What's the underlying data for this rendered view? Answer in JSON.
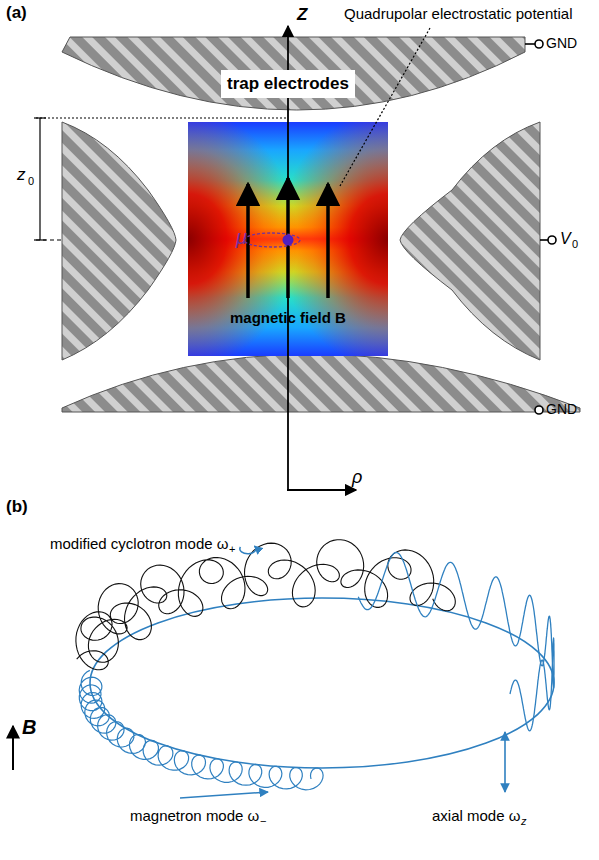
{
  "diagram": {
    "nodes": [
      {
        "text": [
          "trap electrodes"
        ]
      },
      {
        "text": [
          "magnetic field B"
        ]
      }
    ],
    "labels": [
      "(a)",
      "Z",
      "Quadrupolar electrostatic potential",
      "GND",
      "z",
      "0",
      "V",
      "0",
      "μ",
      "GND",
      "ρ",
      "(b)",
      "modified cyclotron mode ω",
      "+",
      "B",
      "magnetron mode ω",
      "−",
      "axial mode ω",
      "z"
    ]
  }
}
